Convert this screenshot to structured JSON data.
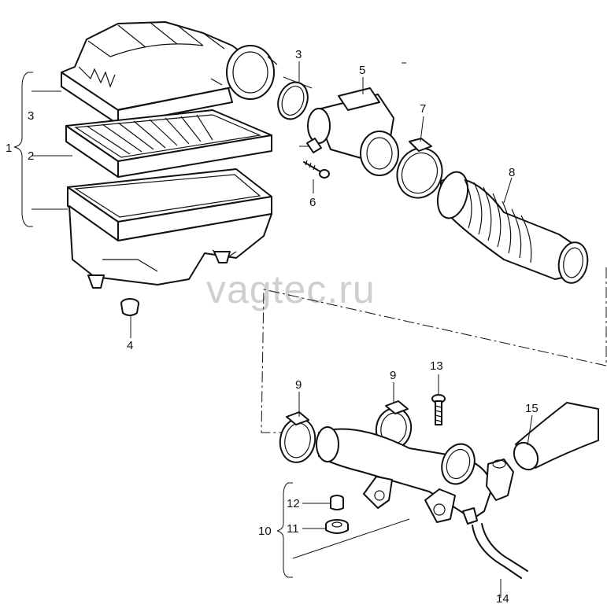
{
  "watermark": "vagtec.ru",
  "callouts": {
    "c1": "1",
    "c2": "2",
    "c3a": "3",
    "c3b": "3",
    "c4": "4",
    "c5": "5",
    "c6": "6",
    "c7": "7",
    "c8": "8",
    "c9a": "9",
    "c9b": "9",
    "c10": "10",
    "c11": "11",
    "c12": "12",
    "c13": "13",
    "c14": "14",
    "c15": "15"
  }
}
